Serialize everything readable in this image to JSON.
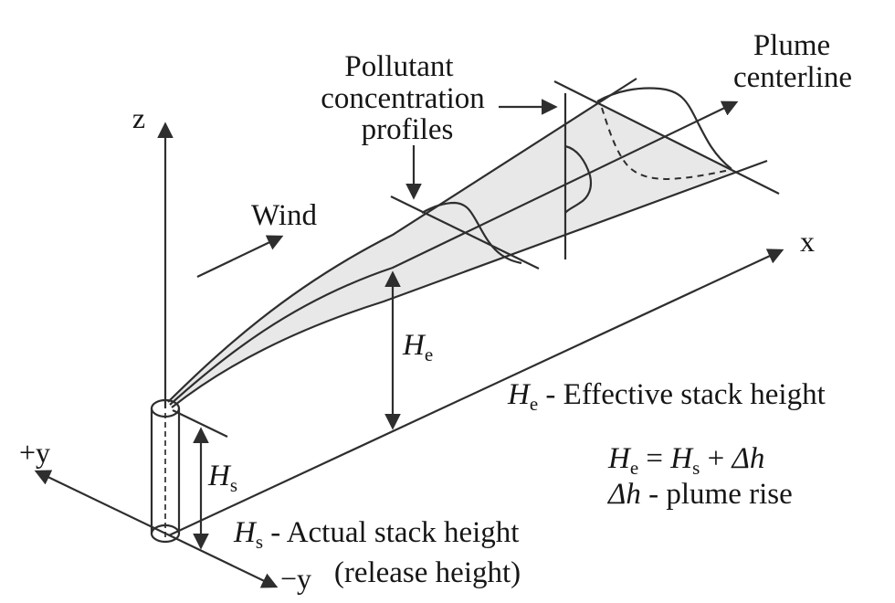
{
  "colors": {
    "stroke": "#2e2e2e",
    "text": "#161616",
    "plume_fill": "#e8e8e8",
    "background": "#ffffff"
  },
  "axis_labels": {
    "z": "z",
    "x": "x",
    "plus_y": "+y",
    "minus_y": "−y"
  },
  "wind_label": "Wind",
  "profiles_label": {
    "line1": "Pollutant",
    "line2": "concentration",
    "line3": "profiles"
  },
  "centerline_label": {
    "line1": "Plume",
    "line2": "centerline"
  },
  "dimension_labels": {
    "he": {
      "symbol": "H",
      "sub": "e"
    },
    "hs": {
      "symbol": "H",
      "sub": "s"
    }
  },
  "legend": {
    "he_def": {
      "symbol": "H",
      "sub": "e",
      "text": " - Effective stack height"
    },
    "equation": {
      "h1": "H",
      "s1": "e",
      "mid": " = ",
      "h2": "H",
      "s2": "s",
      "plus": " + ",
      "dh": "Δh"
    },
    "plume_rise": {
      "dh": "Δh",
      "text": " - plume rise"
    },
    "hs_def": {
      "symbol": "H",
      "sub": "s",
      "text": " - Actual stack height",
      "text2": "(release height)"
    }
  }
}
